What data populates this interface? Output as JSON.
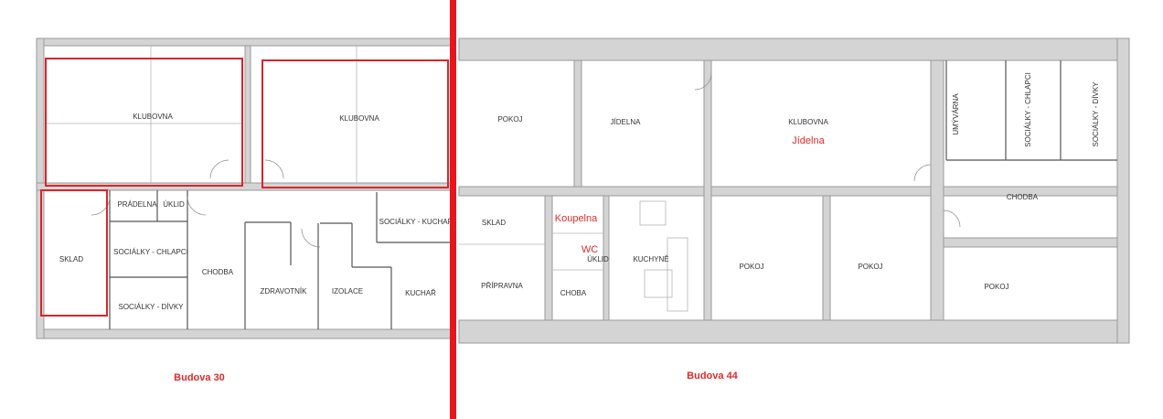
{
  "building_30": {
    "label": "Budova 30",
    "rooms": [
      "KLUBOVNA",
      "KLUBOVNA",
      "SKLAD",
      "PRÁDELNA",
      "ÚKLID",
      "SOCIÁLKY - CHLAPCI",
      "SOCIÁLKY - DÍVKY",
      "CHODBA",
      "ZDRAVOTNÍK",
      "IZOLACE",
      "KUCHAŘ",
      "SOCIÁLKY - KUCHAŘ"
    ]
  },
  "building_44": {
    "label": "Budova 44",
    "rooms": [
      "POKOJ",
      "JÍDELNA",
      "KLUBOVNA",
      "UMÝVÁRNA",
      "SOCIÁLKY - CHLAPCI",
      "SOCIÁLKY - DÍVKY",
      "CHODBA",
      "SKLAD",
      "ÚKLID",
      "KUCHYNĚ",
      "PŘÍPRAVNA",
      "CHOBA",
      "POKOJ",
      "POKOJ",
      "POKOJ"
    ],
    "annotations": [
      "Jídelna",
      "Koupelna",
      "WC"
    ]
  },
  "colors": {
    "highlight": "#d9252b",
    "divider": "#e8151d"
  }
}
